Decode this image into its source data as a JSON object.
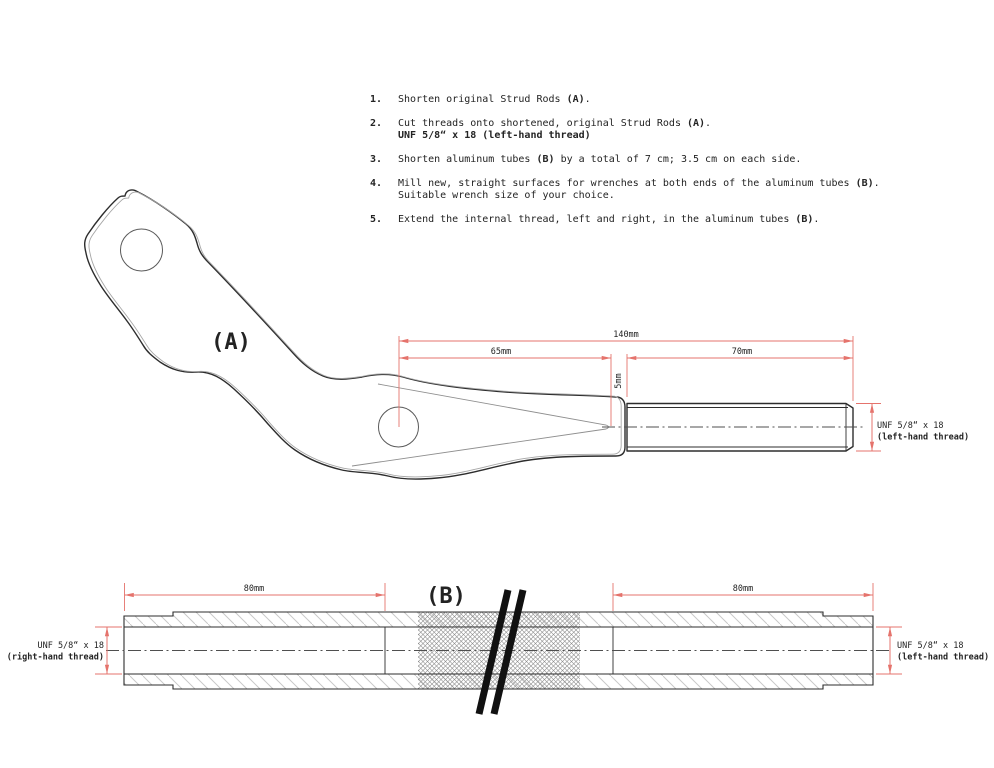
{
  "instructions": {
    "items": [
      {
        "num": "1.",
        "pre": "Shorten original Strud Rods ",
        "bold": "(A)",
        "post": ".",
        "line2": ""
      },
      {
        "num": "2.",
        "pre": "Cut threads onto shortened, original Strud Rods ",
        "bold": "(A)",
        "post": ".",
        "line2": "UNF 5/8“ x 18 (left-hand thread)"
      },
      {
        "num": "3.",
        "pre": "Shorten aluminum tubes ",
        "bold": "(B)",
        "post": " by a total of 7 cm; 3.5 cm on each side.",
        "line2": ""
      },
      {
        "num": "4.",
        "pre": "Mill new, straight surfaces for wrenches at both ends of the aluminum tubes ",
        "bold": "(B)",
        "post": ".",
        "line2": "Suitable wrench size of your choice."
      },
      {
        "num": "5.",
        "pre": "Extend the internal thread, left and right, in the aluminum tubes ",
        "bold": "(B)",
        "post": ".",
        "line2": ""
      }
    ]
  },
  "drawing_a": {
    "label": "(A)",
    "dim_overall": "140mm",
    "dim_left": "65mm",
    "dim_right": "70mm",
    "dim_gap": "5mm",
    "thread_spec": "UNF 5/8“ x 18",
    "thread_hand": "(left-hand thread)"
  },
  "drawing_b": {
    "label": "(B)",
    "dim_left": "80mm",
    "dim_right": "80mm",
    "thread_left_spec": "UNF 5/8“ x 18",
    "thread_left_hand": "(right-hand thread)",
    "thread_right_spec": "UNF 5/8“ x 18",
    "thread_right_hand": "(left-hand thread)"
  },
  "colors": {
    "dimension": "#e5736c",
    "outline": "#2d2d2d",
    "detail": "#8f8f8f",
    "hatch": "#c9c9c9",
    "crosshatch": "#8a8a8a",
    "centerline": "#4f4f4f",
    "text": "#232323"
  }
}
